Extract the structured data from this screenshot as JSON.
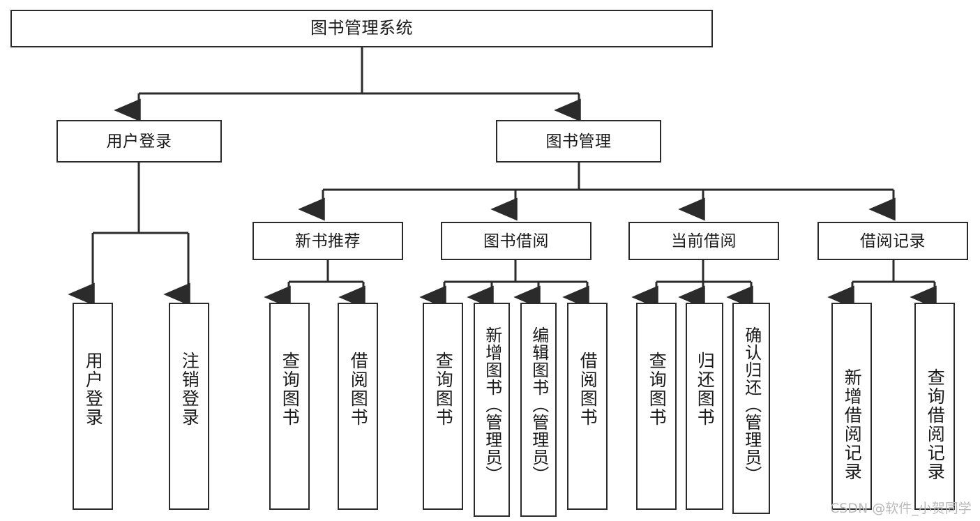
{
  "diagram": {
    "title": "图书管理系统",
    "type": "tree-hierarchy-chart",
    "watermark": "CSDN @软件_小贺同学",
    "line_color": "#2b2b2b",
    "box_fill": "#ffffff",
    "text_color": "#1a1a1a"
  },
  "root": {
    "label": "图书管理系统"
  },
  "level2": [
    {
      "label": "用户登录"
    },
    {
      "label": "图书管理"
    }
  ],
  "level3": [
    {
      "label": "新书推荐"
    },
    {
      "label": "图书借阅"
    },
    {
      "label": "当前借阅"
    },
    {
      "label": "借阅记录"
    }
  ],
  "leaves": {
    "user_login": [
      {
        "label": "用户登录"
      },
      {
        "label": "注销登录"
      }
    ],
    "new_book_recommend": [
      {
        "label": "查询图书"
      },
      {
        "label": "借阅图书"
      }
    ],
    "book_borrow": [
      {
        "label": "查询图书"
      },
      {
        "label": "新增图书（管理员）"
      },
      {
        "label": "编辑图书（管理员）"
      },
      {
        "label": "借阅图书"
      }
    ],
    "current_borrow": [
      {
        "label": "查询图书"
      },
      {
        "label": "归还图书"
      },
      {
        "label": "确认归还（管理员）"
      }
    ],
    "borrow_record": [
      {
        "label": "新增借阅记录"
      },
      {
        "label": "查询借阅记录"
      }
    ]
  }
}
